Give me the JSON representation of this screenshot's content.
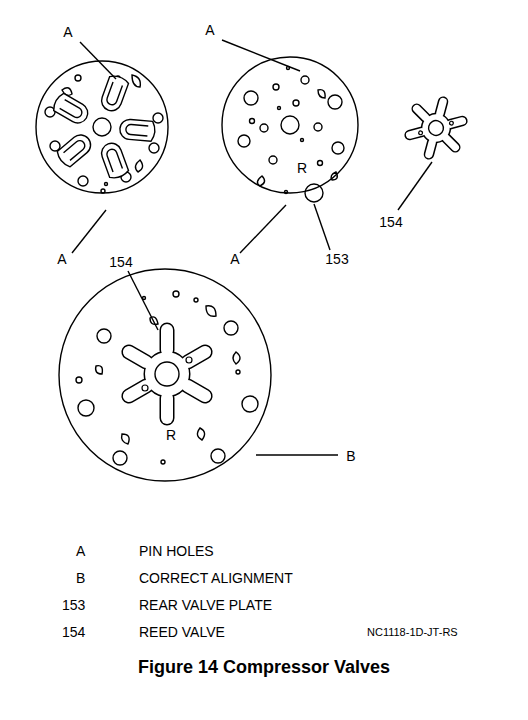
{
  "diagram": {
    "caption": "Figure 14 Compressor Valves",
    "labels": [
      "A",
      "A",
      "A",
      "R",
      "154",
      "A",
      "153",
      "154",
      "R",
      "B",
      "A",
      "PIN HOLES",
      "B",
      "CORRECT ALIGNMENT",
      "153",
      "REAR VALVE PLATE",
      "154",
      "REED VALVE",
      "NC1118-1D-JT-RS"
    ]
  }
}
